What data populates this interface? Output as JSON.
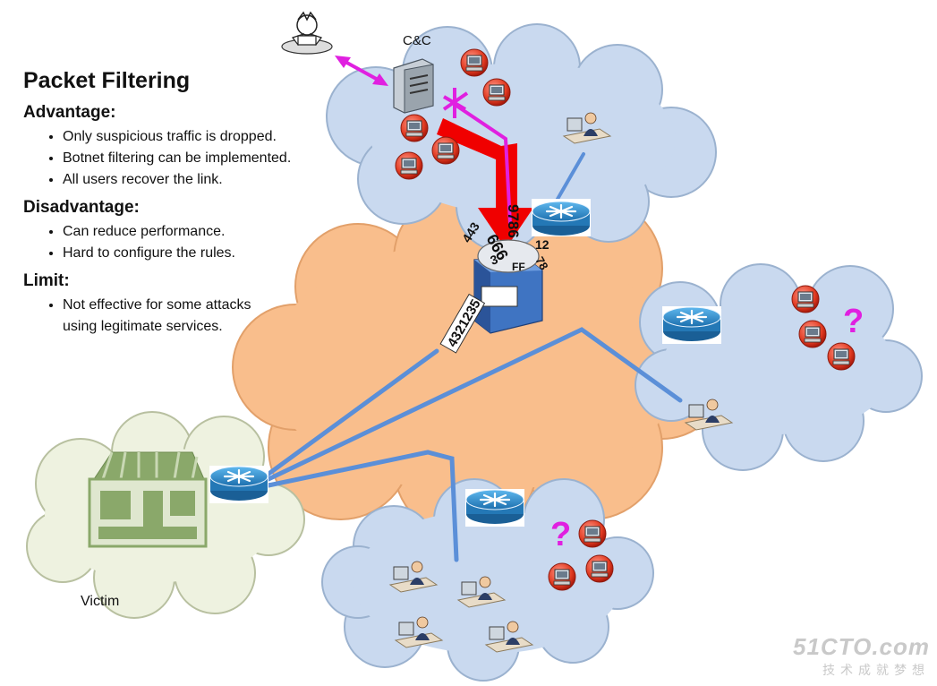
{
  "title": "Packet Filtering",
  "sections": [
    {
      "heading": "Advantage:",
      "items": [
        "Only suspicious traffic is dropped.",
        "Botnet filtering can be implemented.",
        "All users recover  the link."
      ]
    },
    {
      "heading": "Disadvantage:",
      "items": [
        "Can reduce performance.",
        "Hard to configure the rules."
      ]
    },
    {
      "heading": "Limit:",
      "items": [
        "Not effective for some attacks using legitimate services."
      ]
    }
  ],
  "labels": {
    "cnc": "C&C",
    "victim": "Victim"
  },
  "filter_numbers": [
    "443",
    "666",
    "9786",
    "3",
    "12",
    "FF",
    "78"
  ],
  "filter_tape": "4321235",
  "unknown_mark": "?",
  "watermark": {
    "main": "51CTO.com",
    "sub": "技术成就梦想"
  },
  "colors": {
    "cloud_blue": "#c9d9ef",
    "cloud_orange": "#f9be8c",
    "attack_red": "#f00000",
    "cnc_magenta": "#e020e0",
    "link_blue": "#5b8fd8",
    "router": "#2e8fcf",
    "victim_green": "#8aa86a"
  }
}
